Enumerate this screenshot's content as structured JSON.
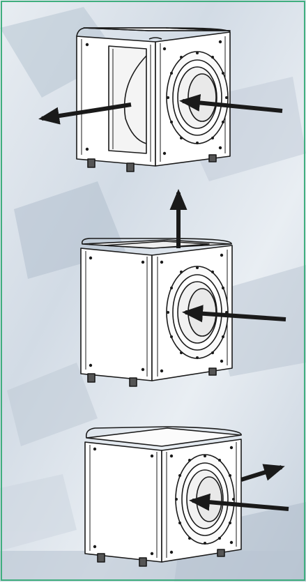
{
  "colors": {
    "frame_border": "#3fae7e",
    "background_light": "#eef2f6",
    "background_mid": "#c9d4e0",
    "background_dark": "#9fb0c3",
    "line": "#1a1a1a",
    "panel_fill": "#ffffff",
    "arrow": "#1a1a1a"
  },
  "diagrams": [
    {
      "id": "unit-side-discharge",
      "airflow": [
        "inlet-right",
        "outlet-left"
      ]
    },
    {
      "id": "unit-top-discharge",
      "airflow": [
        "inlet-right",
        "outlet-top"
      ]
    },
    {
      "id": "unit-front-discharge",
      "airflow": [
        "inlet-right",
        "outlet-right-up"
      ]
    }
  ]
}
